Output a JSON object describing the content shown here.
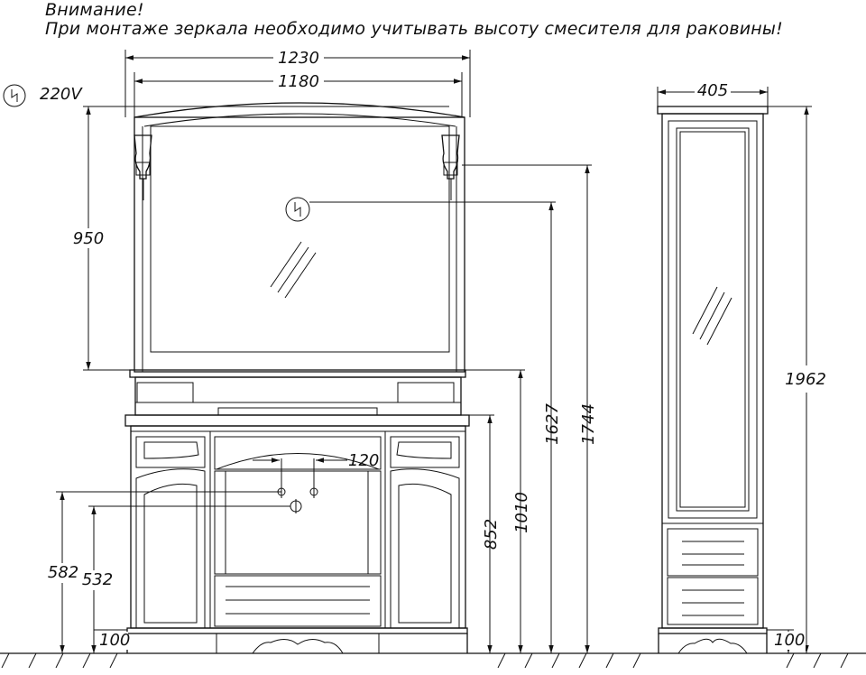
{
  "notice": {
    "title": "Внимание!",
    "text": "При монтаже зеркала необходимо учитывать высоту смесителя для раковины!"
  },
  "electrical": {
    "voltage_label": "220V",
    "icon": "lightning-in-circle-icon"
  },
  "dimensions": {
    "mirror_frame_width": "1230",
    "mirror_inner_width": "1180",
    "mirror_height": "950",
    "faucet_spacing": "120",
    "socket_height": "1627",
    "lamp_height": "1744",
    "mirror_bottom_height": "1010",
    "countertop_height": "852",
    "inlet_height_hot": "582",
    "drain_height": "532",
    "plinth_vanity": "100",
    "cabinet_width": "405",
    "cabinet_height": "1962",
    "plinth_cabinet": "100"
  }
}
